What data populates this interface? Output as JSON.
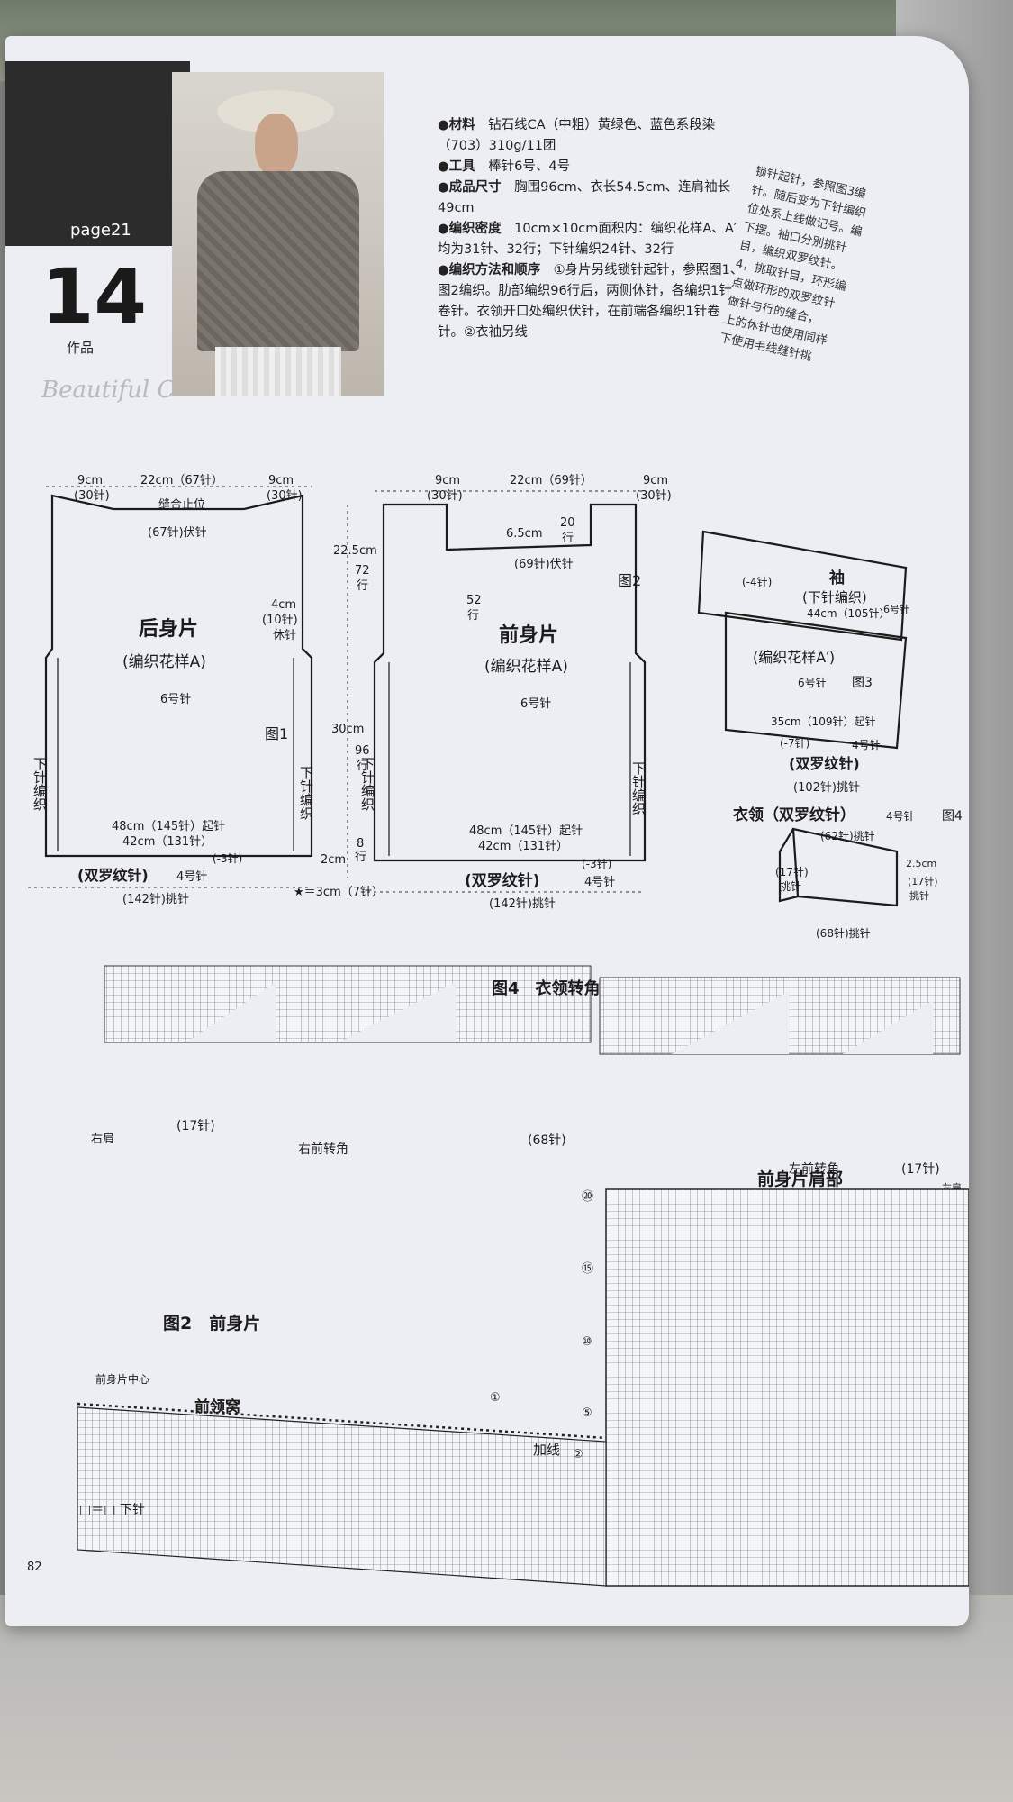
{
  "header": {
    "page_label": "page21",
    "work_number": "14",
    "work_label": "作品",
    "script_text": "Beautiful C"
  },
  "info": {
    "materials_label": "●材料",
    "materials": "钻石线CA（中粗）黄绿色、蓝色系段染（703）310g/11团",
    "tools_label": "●工具",
    "tools": "棒针6号、4号",
    "size_label": "●成品尺寸",
    "size": "胸围96cm、衣长54.5cm、连肩袖长49cm",
    "gauge_label": "●编织密度",
    "gauge": "10cm×10cm面积内：编织花样A、A′均为31针、32行；下针编织24针、32行",
    "method_label": "●编织方法和顺序",
    "method": "①身片另线锁针起针，参照图1、图2编织。肋部编织96行后，两侧休针，各编织1针卷针。衣领开口处编织伏针，在前端各编织1针卷针。②衣袖另线"
  },
  "side_text": {
    "l1": "锁针起针，参照图3编",
    "l2": "针。随后变为下针编织",
    "l3": "位处系上线做记号。编",
    "l4": "下摆。袖口分别挑针",
    "l5": "目，编织双罗纹针。",
    "l6": "4，挑取针目，环形编",
    "l7": "点做环形的双罗纹针",
    "l8": "做针与行的缝合，",
    "l9": "上的休针也使用同样",
    "l10": "下使用毛线缝针挑"
  },
  "back": {
    "dim_left": "9cm",
    "st_left": "(30针)",
    "dim_mid": "22cm（67针）",
    "dim_right": "9cm",
    "st_right": "(30针)",
    "seam_stop": "缝合止位",
    "bindoff": "(67针)伏针",
    "title": "后身片",
    "pattern": "(编织花样A)",
    "needle": "6号针",
    "fig": "图1",
    "side_label": "下针编织",
    "rest": "4cm",
    "rest_st": "(10针)",
    "rest_word": "休针",
    "cast": "48cm（145针）起针",
    "row42": "42cm（131针）",
    "dec": "(-3针)",
    "rib": "(双罗纹针)",
    "rib_needle": "4号针",
    "pick": "(142针)挑针"
  },
  "mid": {
    "h1": "22.5cm",
    "r1": "72",
    "r1w": "行",
    "h2": "30cm",
    "r2": "96",
    "r2w": "行",
    "h3": "2cm",
    "r3": "8",
    "r3w": "行",
    "star": "★＝3cm（7针）"
  },
  "front": {
    "dim_left": "9cm",
    "st_left": "(30针)",
    "dim_mid": "22cm（69针）",
    "dim_right": "9cm",
    "st_right": "(30针)",
    "neck_depth": "6.5cm",
    "neck_rows": "20",
    "neck_row_word": "行",
    "bindoff": "(69针)伏针",
    "fig": "图2",
    "rows52": "52",
    "rows52w": "行",
    "title": "前身片",
    "pattern": "(编织花样A)",
    "needle": "6号针",
    "cast": "48cm（145针）起针",
    "row42": "42cm（131针）",
    "dec": "(-3针)",
    "rib": "(双罗纹针)",
    "rib_needle": "4号针",
    "pick": "(142针)挑针",
    "side_label": "下针编织"
  },
  "sleeve": {
    "title": "袖",
    "subtitle": "(下针编织)",
    "row_needle": "6号针",
    "dec": "(-4针)",
    "w44": "44cm（105针）",
    "pattern": "(编织花样A′)",
    "needle": "6号针",
    "fig": "图3",
    "w35": "35cm（109针）起针",
    "dec7": "(-7针)",
    "needle4": "4号针",
    "rib": "(双罗纹针)",
    "pick": "(102针)挑针"
  },
  "collar": {
    "title": "衣领（双罗纹针）",
    "needle": "4号针",
    "fig": "图4",
    "top": "(62针)挑针",
    "left": "(17针)",
    "left2": "挑针",
    "right": "(17针)",
    "right2": "挑针",
    "bottom": "(68针)挑针",
    "height": "2.5cm"
  },
  "corner": {
    "title": "图4　衣领转角",
    "right_shoulder": "右肩",
    "st17": "(17针)",
    "right_front": "右前转角",
    "st68": "(68针)",
    "left_front": "左前转角",
    "st17b": "(17针)",
    "left_shoulder": "左肩"
  },
  "front_chart": {
    "title": "图2　前身片",
    "shoulder": "前身片肩部",
    "center": "前身片中心",
    "neck": "前领窝",
    "add": "加线",
    "row20": "⑳",
    "row15": "⑮",
    "row10": "⑩",
    "row5": "⑤",
    "row2": "②",
    "row1": "①"
  },
  "legend": {
    "text": "□＝□ 下针"
  },
  "page_number": "82"
}
